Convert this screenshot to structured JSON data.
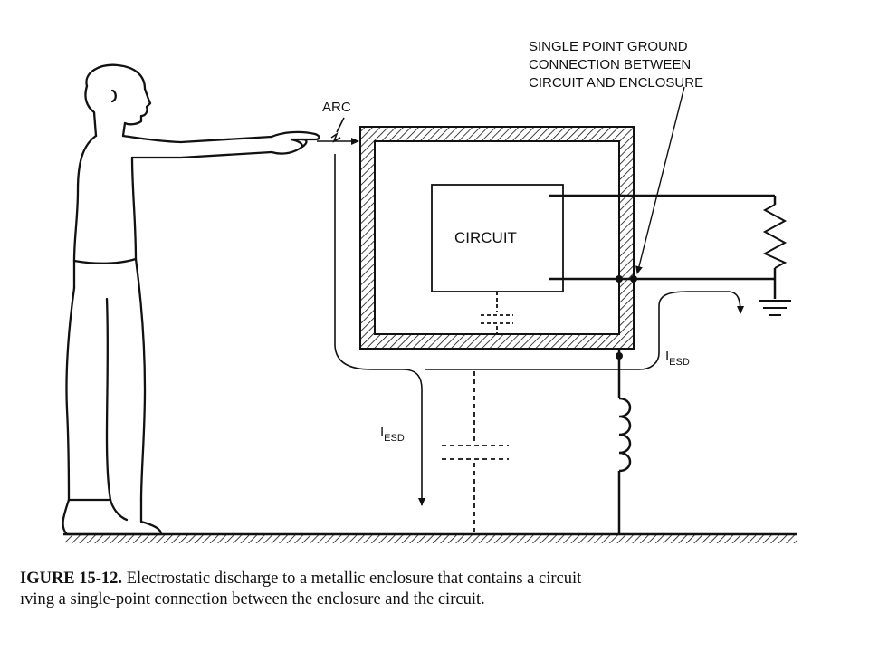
{
  "labels": {
    "arc": "ARC",
    "ground_note": [
      "SINGLE POINT GROUND",
      "CONNECTION BETWEEN",
      "CIRCUIT AND ENCLOSURE"
    ],
    "circuit": "CIRCUIT",
    "current_main": "I",
    "current_sub": "ESD"
  },
  "caption": {
    "figure_number": "IGURE 15-12.",
    "line1_text": " Electrostatic discharge to a metallic enclosure that contains a circuit",
    "line2_text": "ıving a single-point connection between the enclosure and the circuit."
  }
}
